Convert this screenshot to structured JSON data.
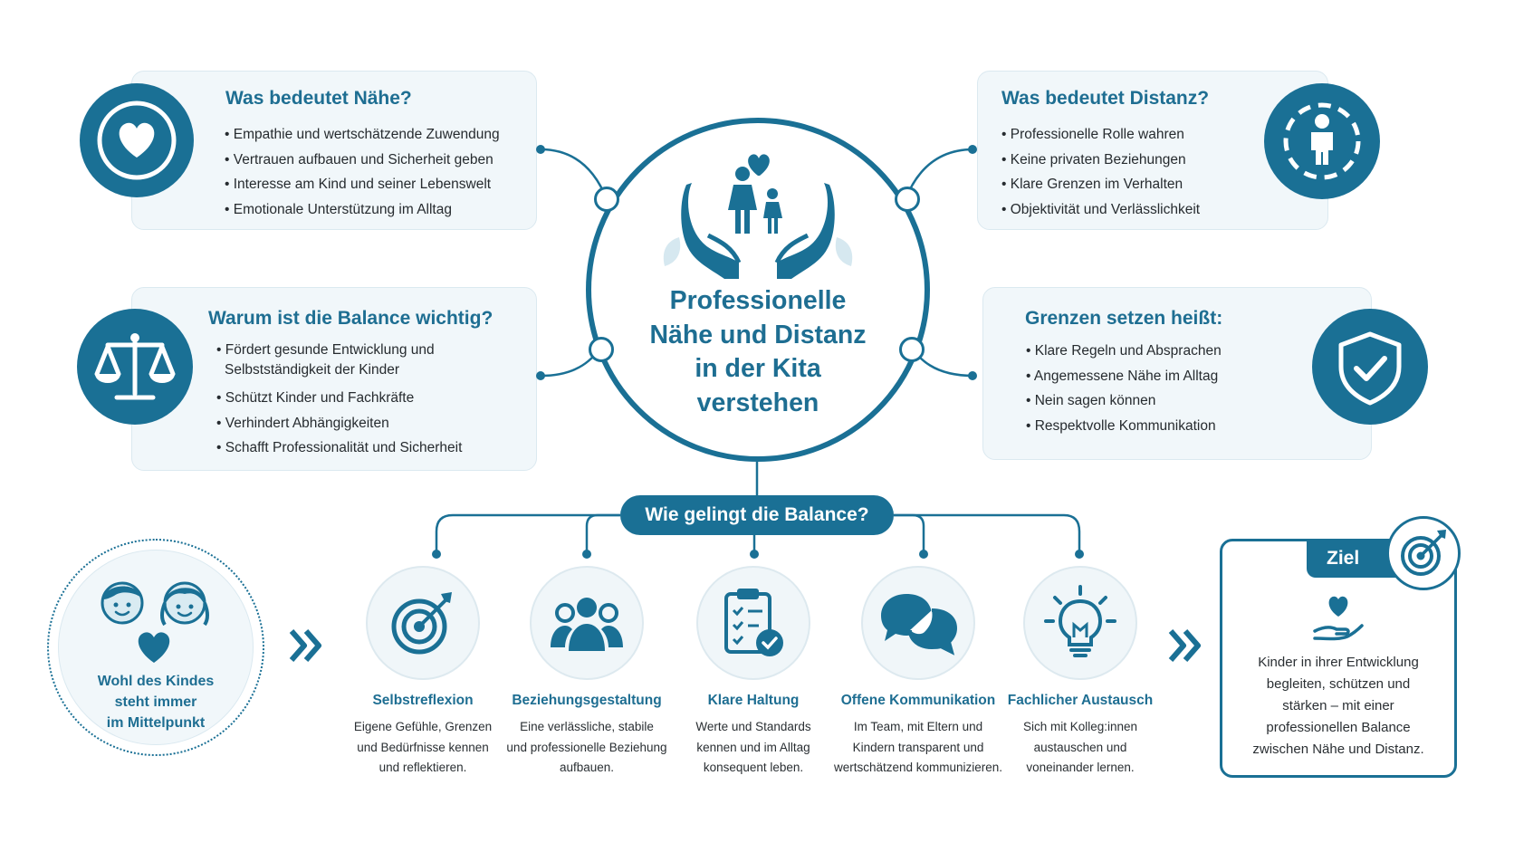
{
  "colors": {
    "primary": "#1a7095",
    "title": "#1e6e92",
    "card_bg": "#f1f7fa"
  },
  "center": {
    "title_lines": [
      "Professionelle",
      "Nähe und Distanz",
      "in der Kita",
      "verstehen"
    ],
    "icon": "hands-family-heart-icon"
  },
  "naehe": {
    "title": "Was bedeutet Nähe?",
    "icon": "heart-icon",
    "items": [
      "Empathie und wertschätzende Zuwendung",
      "Vertrauen aufbauen und Sicherheit geben",
      "Interesse am Kind und seiner Lebenswelt",
      "Emotionale Unterstützung im Alltag"
    ]
  },
  "distanz": {
    "title": "Was bedeutet Distanz?",
    "icon": "person-boundary-icon",
    "items": [
      "Professionelle Rolle wahren",
      "Keine privaten Beziehungen",
      "Klare Grenzen im Verhalten",
      "Objektivität und Verlässlichkeit"
    ]
  },
  "balance": {
    "title": "Warum ist die Balance wichtig?",
    "icon": "scales-icon",
    "items": [
      "Fördert gesunde Entwicklung und Selbstständigkeit der Kinder",
      "Schützt Kinder und Fachkräfte",
      "Verhindert Abhängigkeiten",
      "Schafft Professionalität und Sicherheit"
    ]
  },
  "grenzen": {
    "title": "Grenzen setzen heißt:",
    "icon": "shield-check-icon",
    "items": [
      "Klare Regeln und Absprachen",
      "Angemessene Nähe im Alltag",
      "Nein sagen können",
      "Respektvolle Kommunikation"
    ]
  },
  "gelingt": {
    "label": "Wie gelingt die Balance?"
  },
  "wohl": {
    "lines": [
      "Wohl des Kindes",
      "steht immer",
      "im Mittelpunkt"
    ],
    "icon": "children-heart-icon"
  },
  "steps": [
    {
      "title": "Selbstreflexion",
      "icon": "target-icon",
      "lines": [
        "Eigene Gefühle, Grenzen",
        "und Bedürfnisse kennen",
        "und reflektieren."
      ]
    },
    {
      "title": "Beziehungsgestaltung",
      "icon": "group-icon",
      "lines": [
        "Eine verlässliche, stabile",
        "und professionelle Beziehung",
        "aufbauen."
      ]
    },
    {
      "title": "Klare Haltung",
      "icon": "clipboard-check-icon",
      "lines": [
        "Werte und Standards",
        "kennen und im Alltag",
        "konsequent leben."
      ]
    },
    {
      "title": "Offene Kommunikation",
      "icon": "chat-bubbles-icon",
      "lines": [
        "Im Team, mit Eltern und",
        "Kindern transparent und",
        "wertschätzend kommunizieren."
      ]
    },
    {
      "title": "Fachlicher Austausch",
      "icon": "lightbulb-icon",
      "lines": [
        "Sich mit Kolleg:innen",
        "austauschen und",
        "voneinander lernen."
      ]
    }
  ],
  "ziel": {
    "label": "Ziel",
    "icon": "target-arrow-icon",
    "lines": [
      "Kinder in ihrer Entwicklung",
      "begleiten, schützen und",
      "stärken – mit einer",
      "professionellen Balance",
      "zwischen Nähe und Distanz."
    ]
  }
}
